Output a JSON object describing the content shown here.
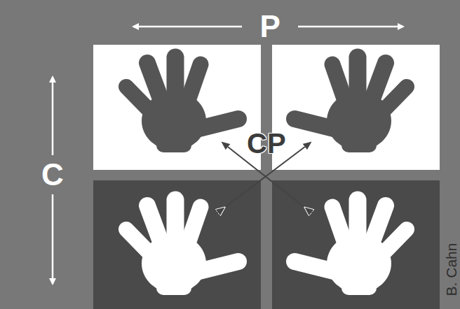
{
  "diagram": {
    "labels": [
      "P",
      "C",
      "CP",
      "B. Cahn"
    ]
  }
}
